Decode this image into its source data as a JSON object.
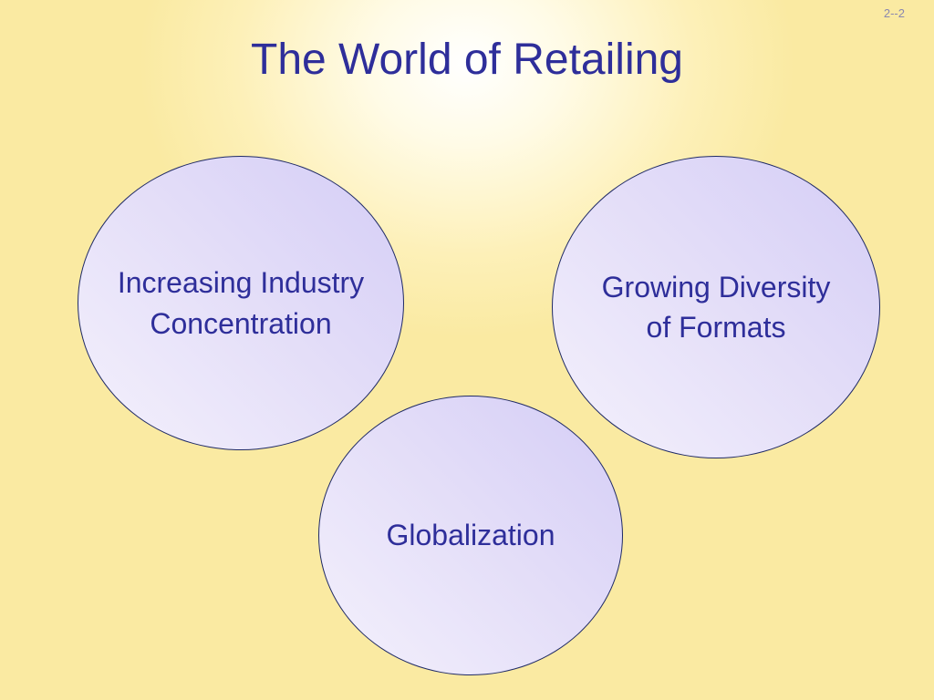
{
  "slide": {
    "number": "2--2",
    "title": "The World of Retailing"
  },
  "circles": [
    {
      "label": "Increasing Industry\nConcentration"
    },
    {
      "label": "Growing Diversity\nof Formats"
    },
    {
      "label": "Globalization"
    }
  ],
  "colors": {
    "title_text": "#2e2e9a",
    "circle_fill": "#dcd5f7",
    "circle_border": "#1f2a66",
    "background": "#faeaa2"
  }
}
